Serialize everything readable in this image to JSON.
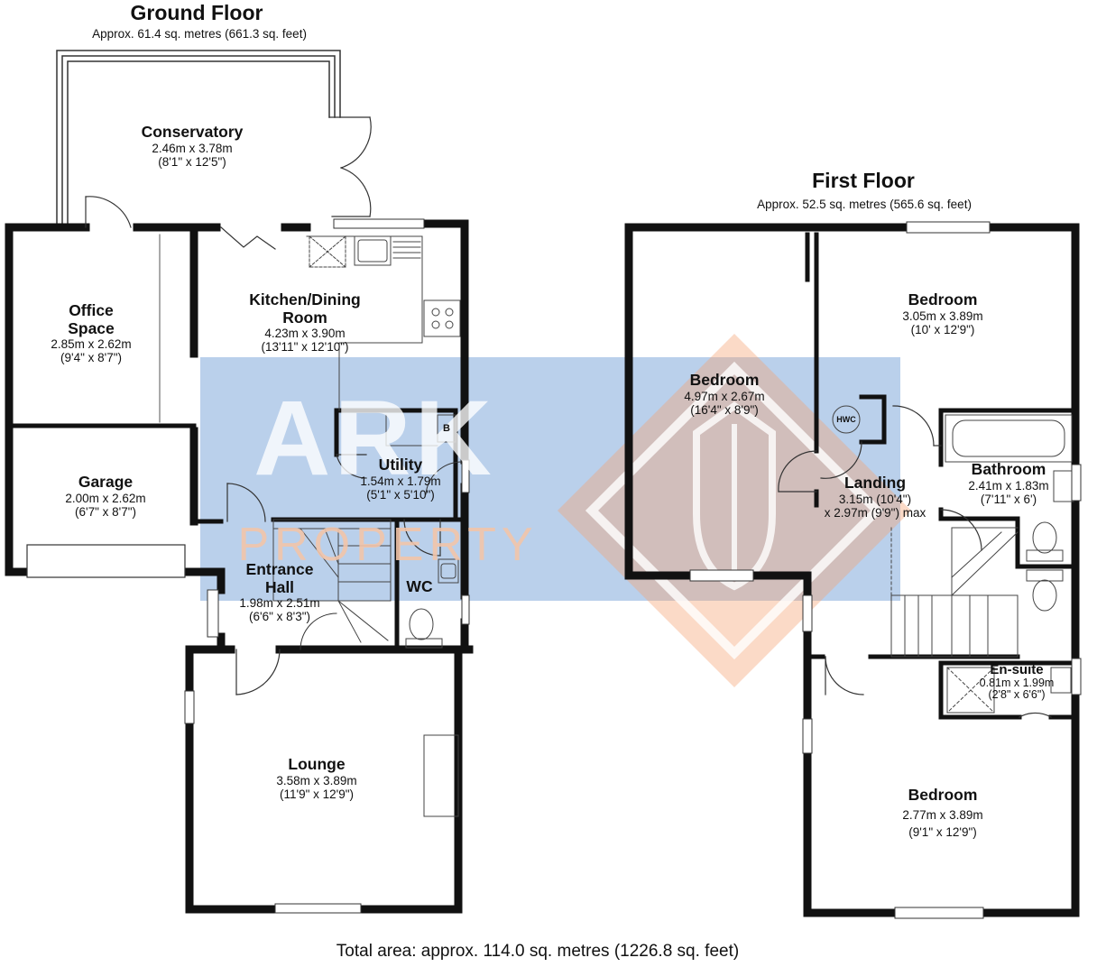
{
  "ground_floor": {
    "title": "Ground Floor",
    "area": "Approx. 61.4 sq. metres (661.3 sq. feet)",
    "rooms": {
      "conservatory": {
        "name": "Conservatory",
        "metric": "2.46m x 3.78m",
        "imperial": "(8'1\" x 12'5\")"
      },
      "office": {
        "name1": "Office",
        "name2": "Space",
        "metric": "2.85m x 2.62m",
        "imperial": "(9'4\" x 8'7\")"
      },
      "kitchen": {
        "name1": "Kitchen/Dining",
        "name2": "Room",
        "metric": "4.23m x 3.90m",
        "imperial": "(13'11\" x 12'10\")"
      },
      "garage": {
        "name": "Garage",
        "metric": "2.00m x 2.62m",
        "imperial": "(6'7\" x 8'7\")"
      },
      "utility": {
        "name": "Utility",
        "metric": "1.54m x 1.79m",
        "imperial": "(5'1\" x 5'10\")"
      },
      "hall": {
        "name1": "Entrance",
        "name2": "Hall",
        "metric": "1.98m x 2.51m",
        "imperial": "(6'6\" x 8'3\")"
      },
      "wc": {
        "name": "WC"
      },
      "lounge": {
        "name": "Lounge",
        "metric": "3.58m x 3.89m",
        "imperial": "(11'9\" x 12'9\")"
      }
    },
    "boiler_label": "B"
  },
  "first_floor": {
    "title": "First Floor",
    "area": "Approx. 52.5 sq. metres (565.6 sq. feet)",
    "rooms": {
      "bedroom_left": {
        "name": "Bedroom",
        "metric": "4.97m x 2.67m",
        "imperial": "(16'4\" x 8'9\")"
      },
      "bedroom_top": {
        "name": "Bedroom",
        "metric": "3.05m x 3.89m",
        "imperial": "(10' x 12'9\")"
      },
      "landing": {
        "name": "Landing",
        "line1": "3.15m (10'4\")",
        "line2": "x 2.97m (9'9\") max"
      },
      "bathroom": {
        "name": "Bathroom",
        "metric": "2.41m x 1.83m",
        "imperial": "(7'11\" x 6')"
      },
      "ensuite": {
        "name": "En-suite",
        "metric": "0.81m x 1.99m",
        "imperial": "(2'8\" x 6'6\")"
      },
      "bedroom_bottom": {
        "name": "Bedroom",
        "metric": "2.77m x 3.89m",
        "imperial": "(9'1\" x 12'9\")"
      }
    },
    "hwc_label": "HWC"
  },
  "total_area": "Total area: approx. 114.0 sq. metres (1226.8 sq. feet)",
  "watermark": {
    "brand": "ARK",
    "tagline": "PROPERTY"
  },
  "colors": {
    "wall": "#111111",
    "watermark_blue": "#5b8fd0",
    "watermark_orange": "#f4a374"
  }
}
